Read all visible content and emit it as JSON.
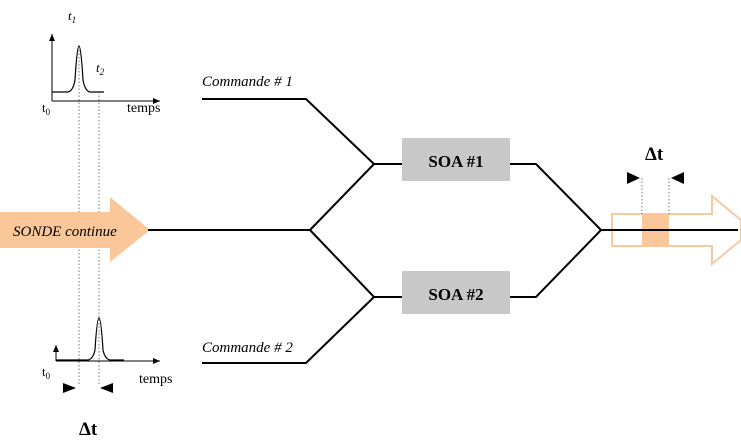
{
  "pulse_top": {
    "t1": "t",
    "t1_sub": "1",
    "t2": "t",
    "t2_sub": "2",
    "t0": "t",
    "t0_sub": "0",
    "axis": "temps"
  },
  "pulse_bottom": {
    "t0": "t",
    "t0_sub": "0",
    "axis": "temps",
    "delta": "Δt"
  },
  "probe": {
    "label": "SONDE continue"
  },
  "commands": {
    "c1": "Commande # 1",
    "c2": "Commande # 2"
  },
  "soa": {
    "soa1": "SOA #1",
    "soa2": "SOA #2"
  },
  "output": {
    "delta": "Δt"
  },
  "colors": {
    "probe_fill": "#f9c79a",
    "output_outline": "#f6c9a0",
    "output_fill": "#f9c79a",
    "soa_fill": "#c8c8c8",
    "line": "#000000"
  }
}
